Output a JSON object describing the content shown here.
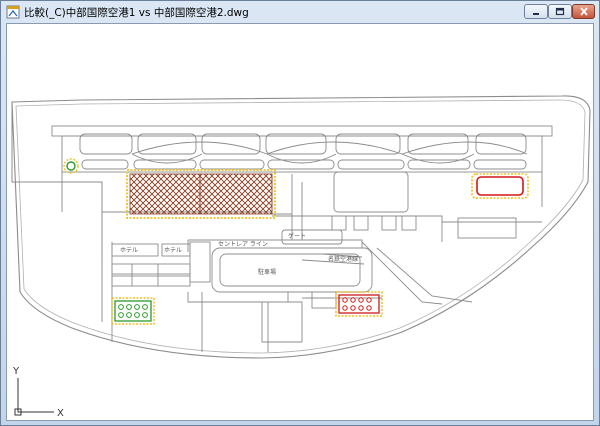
{
  "window": {
    "title": "比較(_C)中部国際空港1 vs 中部国際空港2.dwg"
  },
  "controls": {
    "minimize_icon": "minimize-icon",
    "maximize_icon": "maximize-icon",
    "close_icon": "close-icon"
  },
  "drawing": {
    "labels": {
      "hotel_1": "ホテル",
      "hotel_2": "ホテル",
      "gate": "ゲート",
      "central_line": "セントレア ライン",
      "parking": "駐車場",
      "meitetsu_station": "名鉄空港線"
    },
    "ucs": {
      "x_label": "X",
      "y_label": "Y"
    },
    "colors": {
      "outline": "#8c8c8c",
      "hatch": "#8b3a1e",
      "revision_cloud": "#f0c020",
      "added": "#d01818",
      "removed": "#2a9a2a",
      "background": "#ffffff"
    }
  }
}
